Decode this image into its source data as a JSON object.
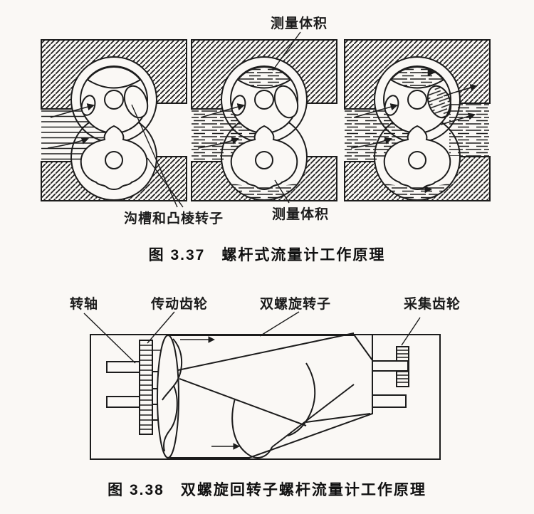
{
  "figure_337": {
    "top_label": "测量体积",
    "rotor_label": "沟槽和凸棱转子",
    "bottom_label": "测量体积",
    "caption": "图 3.37　螺杆式流量计工作原理"
  },
  "figure_338": {
    "shaft_label": "转轴",
    "drive_gear_label": "传动齿轮",
    "rotor_label": "双螺旋转子",
    "pickup_gear_label": "采集齿轮",
    "caption": "图 3.38　双螺旋回转子螺杆流量计工作原理"
  },
  "colors": {
    "ink": "#1c1c1c",
    "paper": "#faf8f5"
  }
}
